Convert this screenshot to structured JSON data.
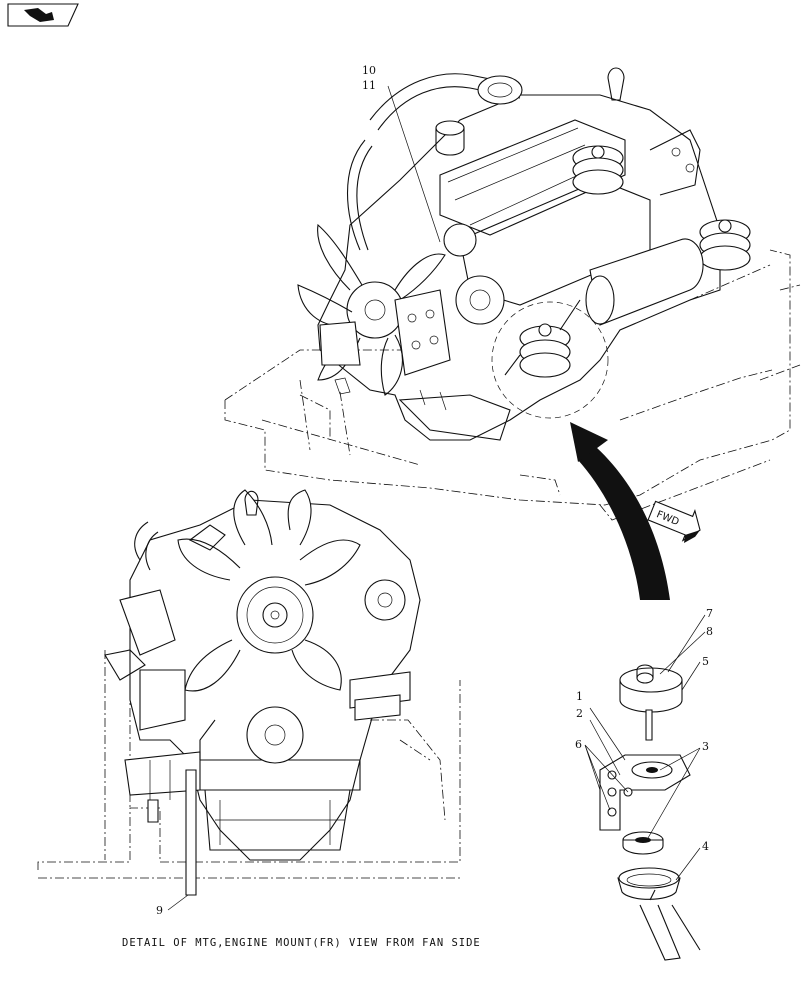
{
  "callouts": {
    "top": [
      "10",
      "11"
    ],
    "mount": [
      "7",
      "8",
      "5",
      "1",
      "2",
      "6",
      "3",
      "4"
    ],
    "bottom": [
      "9"
    ]
  },
  "fwd_label": "FWD",
  "caption": "DETAIL OF MTG,ENGINE MOUNT(FR)  VIEW FROM FAN SIDE"
}
